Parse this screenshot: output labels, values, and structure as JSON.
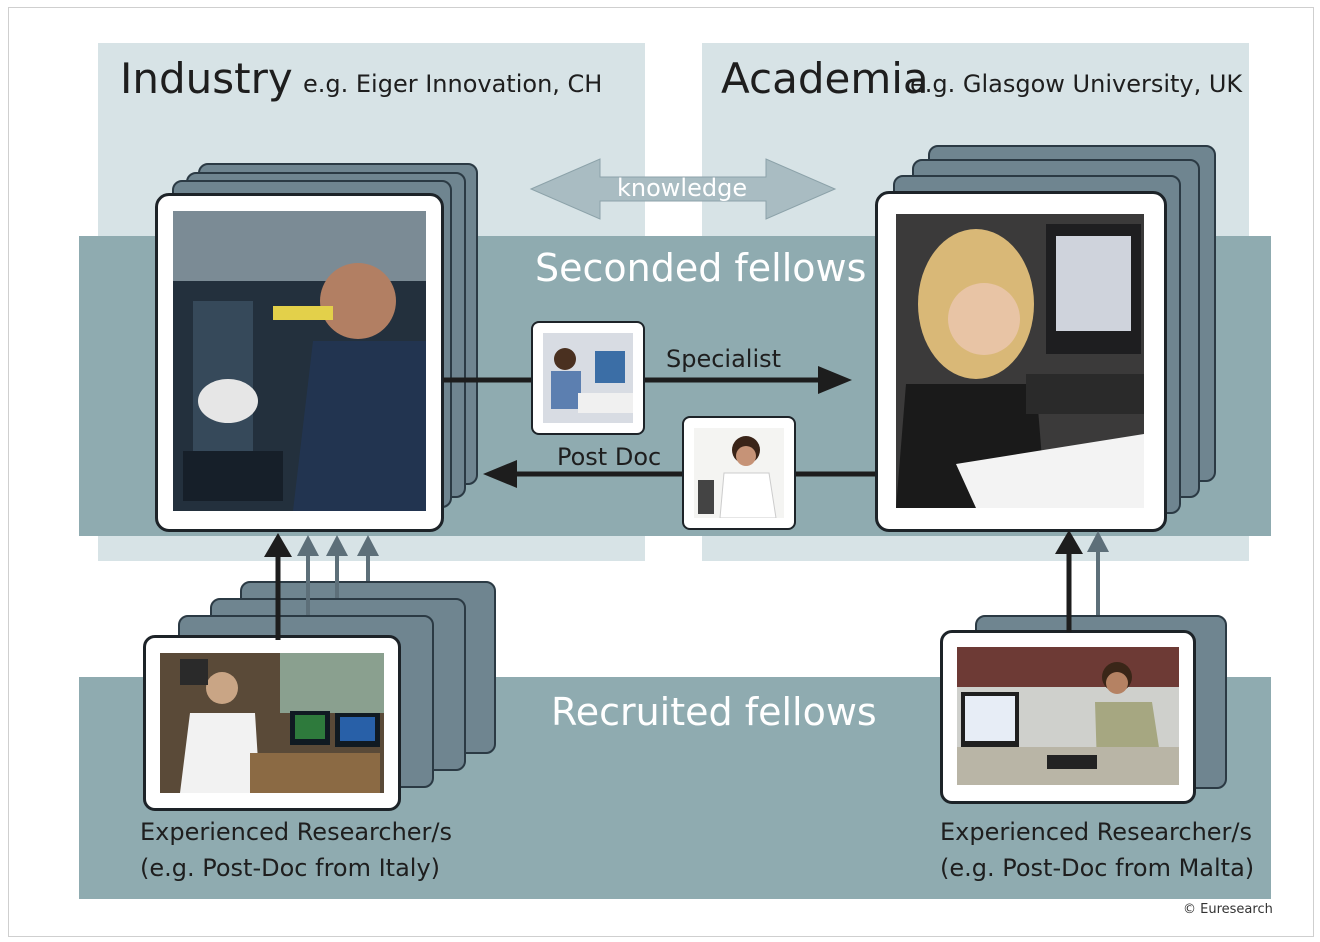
{
  "industry": {
    "title": "Industry",
    "example": "e.g. Eiger Innovation, CH"
  },
  "academia": {
    "title": "Academia",
    "example": "e.g. Glasgow University, UK"
  },
  "knowledge_label": "knowledge",
  "seconded_label": "Seconded fellows",
  "recruited_label": "Recruited fellows",
  "specialist_label": "Specialist",
  "postdoc_label": "Post Doc",
  "captions": {
    "left_line1": "Experienced Researcher/s",
    "left_line2": "(e.g. Post-Doc from Italy)",
    "right_line1": "Experienced Researcher/s",
    "right_line2": "(e.g. Post-Doc from Malta)"
  },
  "copyright": "© Euresearch",
  "colors": {
    "panel_light": "#d7e3e6",
    "band": "#8fabb0",
    "card": "#6f8590",
    "arrow_dark": "#1d1d1d",
    "arrow_gray": "#5d6f79",
    "knowledge_arrow": "#a9bcc2"
  }
}
